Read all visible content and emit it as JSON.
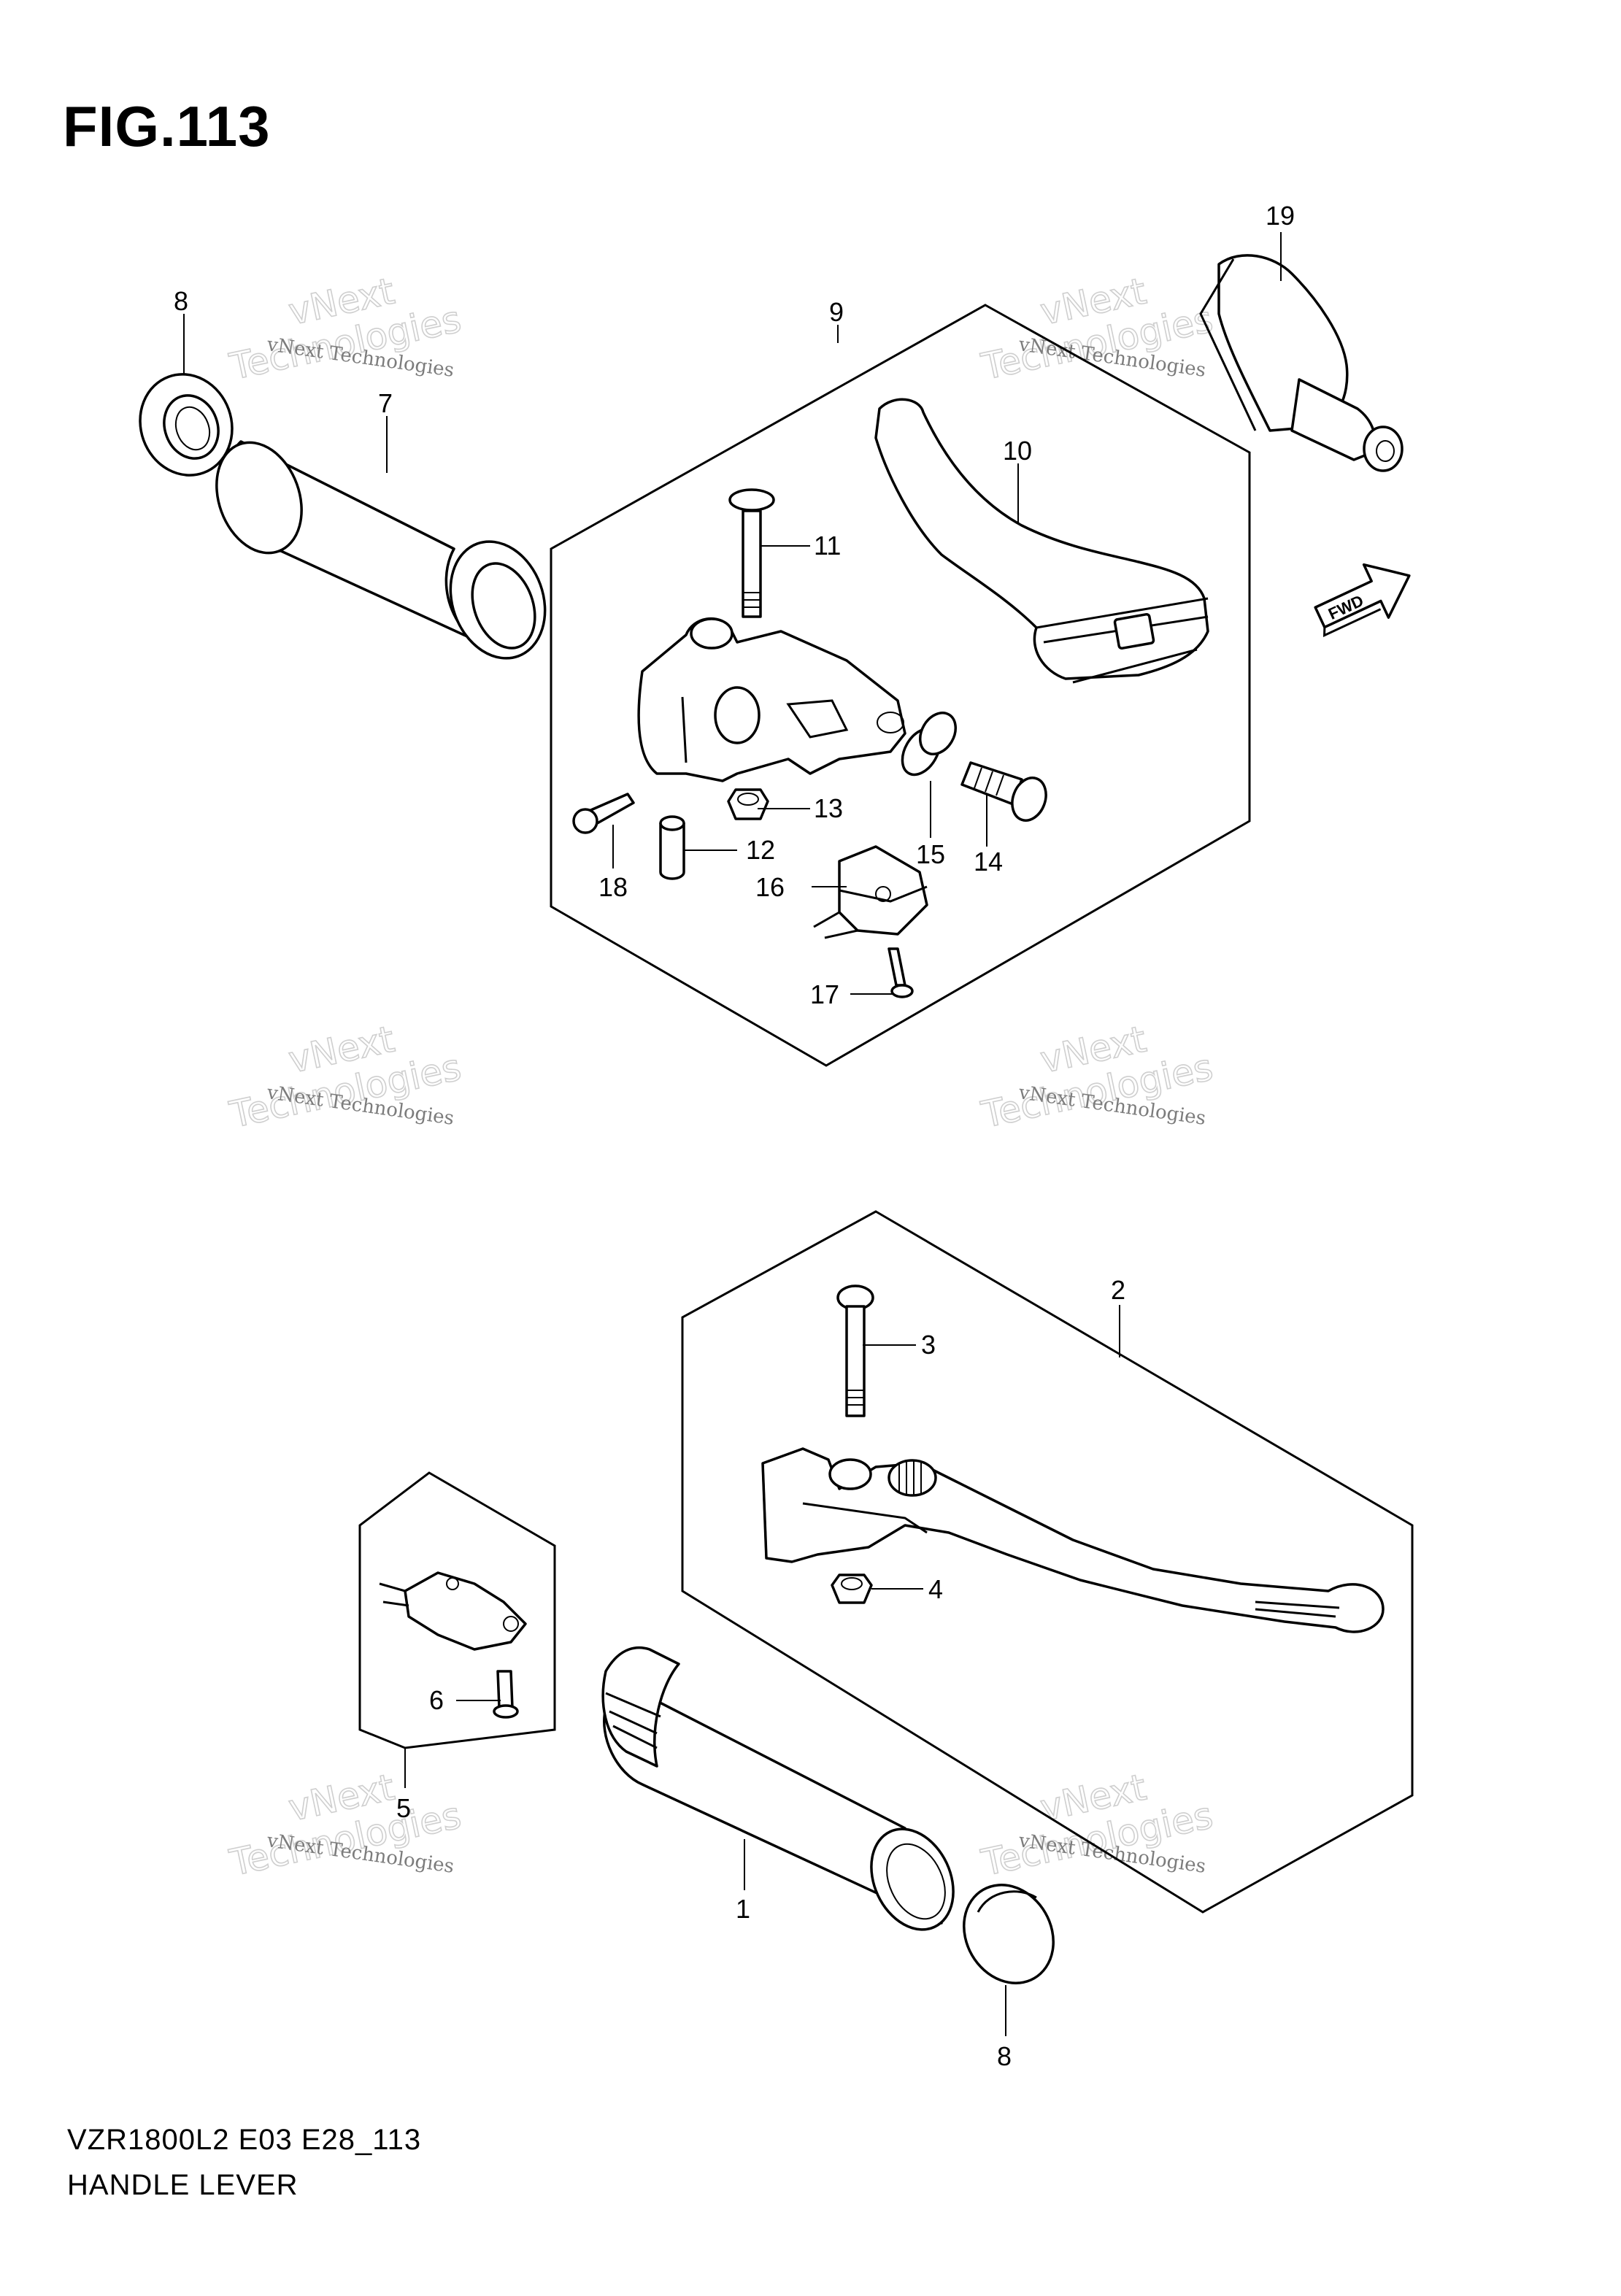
{
  "figure": {
    "title": "FIG.113",
    "footer_code": "VZR1800L2 E03 E28_113",
    "footer_name": "HANDLE LEVER"
  },
  "watermark": {
    "small": "vNext Technologies",
    "big_1": "vNext",
    "big_2": "Technologies"
  },
  "direction_marker": "FWD",
  "callouts": {
    "c1": "1",
    "c2": "2",
    "c3": "3",
    "c4": "4",
    "c5": "5",
    "c6": "6",
    "c7": "7",
    "c8_top": "8",
    "c8_bottom": "8",
    "c9": "9",
    "c10": "10",
    "c11": "11",
    "c12": "12",
    "c13": "13",
    "c14": "14",
    "c15": "15",
    "c16": "16",
    "c17": "17",
    "c18": "18",
    "c19": "19"
  },
  "colors": {
    "line": "#000000",
    "watermark_text": "#7c7c7c",
    "watermark_outline": "#cfcfcf"
  }
}
